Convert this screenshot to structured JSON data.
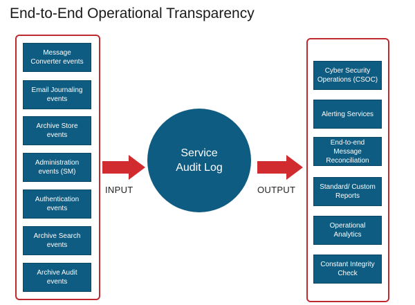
{
  "title": "End-to-End Operational Transparency",
  "inputs": [
    "Message\nConverter events",
    "Email Journaling\nevents",
    "Archive Store\nevents",
    "Administration\nevents (SM)",
    "Authentication\nevents",
    "Archive Search\nevents",
    "Archive Audit\nevents"
  ],
  "center": {
    "label": "Service\nAudit Log"
  },
  "outputs": [
    "Cyber Security\nOperations (CSOC)",
    "Alerting Services",
    "End-to-end\nMessage\nReconciliation",
    "Standard/ Custom\nReports",
    "Operational\nAnalytics",
    "Constant Integrity\nCheck"
  ],
  "labels": {
    "input": "INPUT",
    "output": "OUTPUT"
  },
  "colors": {
    "box": "#0f5c82",
    "border": "#c0282f",
    "arrow": "#d12b2f"
  }
}
